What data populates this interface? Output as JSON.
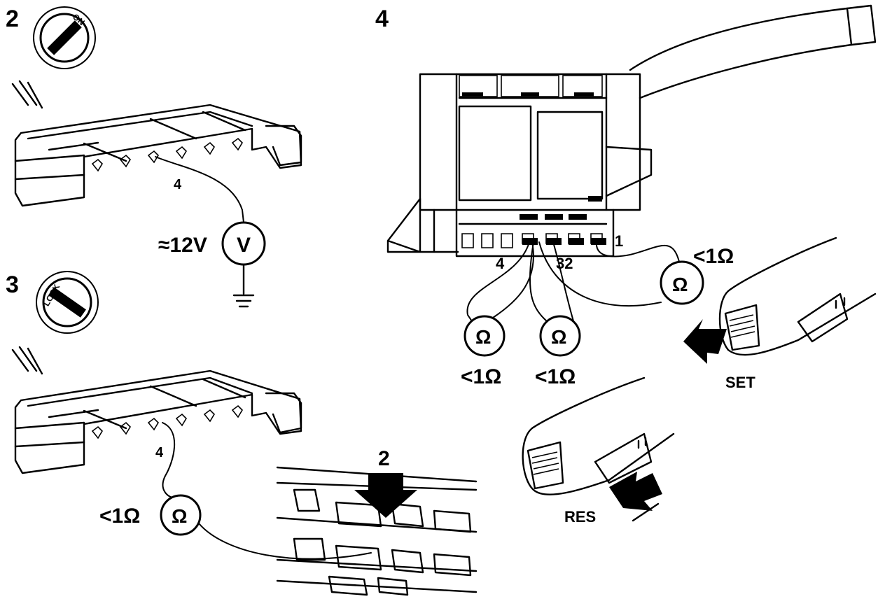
{
  "steps": {
    "s2": "2",
    "s3": "3",
    "s4": "4",
    "arrow2": "2"
  },
  "switch_labels": {
    "on": "ON",
    "lock": "LOCK"
  },
  "measurements": {
    "voltage": "≈12V",
    "v_symbol": "V",
    "ohm_symbol": "Ω",
    "res_lt1_a": "<1Ω",
    "res_lt1_b": "<1Ω",
    "res_lt1_c": "<1Ω",
    "res_lt1_d": "<1Ω"
  },
  "pins": {
    "p4_top": "4",
    "p4_mid": "4",
    "p4_right": "4",
    "p32": "32",
    "p1": "1"
  },
  "buttons": {
    "set": "SET",
    "res": "RES"
  },
  "colors": {
    "ink": "#000000",
    "paper": "#ffffff"
  }
}
